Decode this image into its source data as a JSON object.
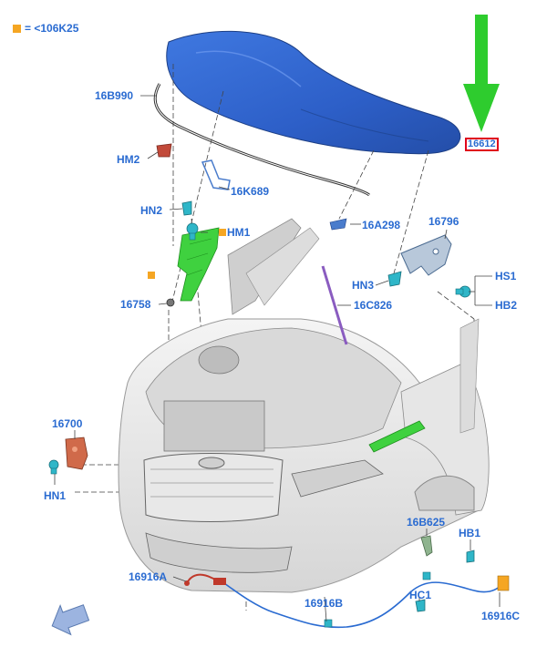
{
  "legend": {
    "symbol": "■",
    "text": "= <106K25",
    "color": "#f5a623"
  },
  "colors": {
    "label": "#2a6bd1",
    "hood": "#2d5fc8",
    "highlight_part": "#3fd13f",
    "arrow": "#2ecc2e",
    "orange_part": "#d06a4a",
    "cyan_part": "#2fb6c8",
    "selection_box": "#e0001b"
  },
  "callouts": {
    "p16612": "16612",
    "p16B990": "16B990",
    "pHM2": "HM2",
    "p16K689": "16K689",
    "pHN2": "HN2",
    "pHM1": "HM1",
    "p16A298": "16A298",
    "p16796": "16796",
    "pHS1": "HS1",
    "pHB2": "HB2",
    "pHN3": "HN3",
    "p16C826": "16C826",
    "p16758": "16758",
    "p16700": "16700",
    "pHN1": "HN1",
    "p16B625": "16B625",
    "pHB1": "HB1",
    "p16916A": "16916A",
    "p16916B": "16916B",
    "pHC1": "HC1",
    "p16916C": "16916C"
  },
  "icons": {
    "direction_arrow": "down-arrow-icon",
    "orientation_arrow": "front-orientation-arrow-icon"
  }
}
